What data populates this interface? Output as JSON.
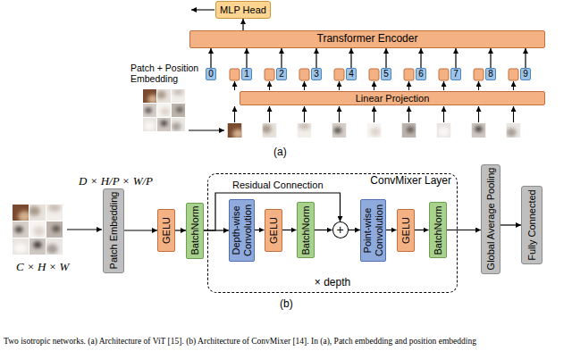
{
  "diagram": {
    "caption": "Two isotropic networks. (a) Architecture of ViT [15]. (b) Architecture of ConvMixer [14]. In (a), Patch embedding and position embedding",
    "nodes": [
      {
        "text": [
          "MLP Head"
        ]
      },
      {
        "text": [
          "Transformer Encoder"
        ]
      },
      {
        "text": [
          "0"
        ]
      },
      {
        "text": [
          "1"
        ]
      },
      {
        "text": [
          "2"
        ]
      },
      {
        "text": [
          "3"
        ]
      },
      {
        "text": [
          "4"
        ]
      },
      {
        "text": [
          "5"
        ]
      },
      {
        "text": [
          "6"
        ]
      },
      {
        "text": [
          "7"
        ]
      },
      {
        "text": [
          "8"
        ]
      },
      {
        "text": [
          "9"
        ]
      },
      {
        "text": [
          "Linear Projection"
        ]
      },
      {
        "text": [
          "Patch Embedding"
        ]
      },
      {
        "text": [
          "GELU"
        ]
      },
      {
        "text": [
          "BatchNorm"
        ]
      },
      {
        "text": [
          "ConvMixer Layer",
          "× depth"
        ]
      },
      {
        "text": [
          "Depth-wise Convolution"
        ],
        "in": 16
      },
      {
        "text": [
          "GELU"
        ],
        "in": 16
      },
      {
        "text": [
          "BatchNorm"
        ],
        "in": 16
      },
      {
        "text": [
          "+"
        ],
        "in": 16
      },
      {
        "text": [
          "Point-wise Convolution"
        ],
        "in": 16
      },
      {
        "text": [
          "GELU"
        ],
        "in": 16
      },
      {
        "text": [
          "BatchNorm"
        ],
        "in": 16
      },
      {
        "text": [
          "Global Average Pooling"
        ]
      },
      {
        "text": [
          "Fully Connected"
        ]
      }
    ],
    "edges": [
      {
        "from": 1,
        "to": 0,
        "arrow": "to"
      },
      {
        "from": 2,
        "to": 1,
        "arrow": "to"
      },
      {
        "from": 3,
        "to": 1,
        "arrow": "to"
      },
      {
        "from": 4,
        "to": 1,
        "arrow": "to"
      },
      {
        "from": 5,
        "to": 1,
        "arrow": "to"
      },
      {
        "from": 6,
        "to": 1,
        "arrow": "to"
      },
      {
        "from": 7,
        "to": 1,
        "arrow": "to"
      },
      {
        "from": 8,
        "to": 1,
        "arrow": "to"
      },
      {
        "from": 9,
        "to": 1,
        "arrow": "to"
      },
      {
        "from": 10,
        "to": 1,
        "arrow": "to"
      },
      {
        "from": 11,
        "to": 1,
        "arrow": "to"
      },
      {
        "from": 13,
        "to": 14,
        "arrow": "to"
      },
      {
        "from": 14,
        "to": 15,
        "arrow": "to"
      },
      {
        "from": 15,
        "to": 17,
        "arrow": "to"
      },
      {
        "from": 17,
        "to": 18,
        "arrow": "to"
      },
      {
        "from": 18,
        "to": 19,
        "arrow": "to"
      },
      {
        "from": 19,
        "to": 20,
        "arrow": "to"
      },
      {
        "from": 20,
        "to": 21,
        "arrow": "to"
      },
      {
        "from": 21,
        "to": 22,
        "arrow": "to"
      },
      {
        "from": 22,
        "to": 23,
        "arrow": "to"
      },
      {
        "from": 23,
        "to": 24,
        "arrow": "to"
      },
      {
        "from": 24,
        "to": 25,
        "arrow": "to"
      },
      {
        "from": 15,
        "to": 20,
        "label": "Residual Connection",
        "arrow": "to"
      }
    ],
    "labels": [
      "Patch + Position Embedding",
      "(a)",
      "D × H/P × W/P",
      "C × H × W",
      "(b)"
    ]
  }
}
